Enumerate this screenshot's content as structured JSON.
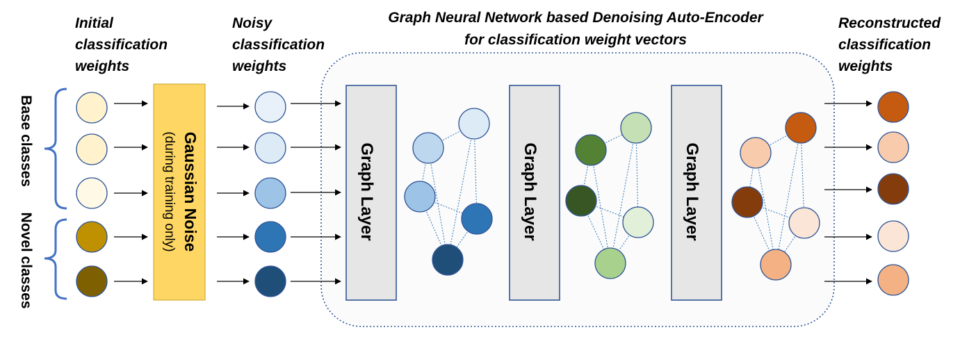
{
  "headers": {
    "initial": [
      "Initial",
      "classification",
      "weights"
    ],
    "noisy": [
      "Noisy",
      "classification",
      "weights"
    ],
    "gnn": [
      "Graph Neural Network based Denoising Auto-Encoder",
      "for classification weight vectors"
    ],
    "reconstructed": [
      "Reconstructed",
      "classification",
      "weights"
    ]
  },
  "groups": {
    "base": "Base classes",
    "novel": "Novel classes"
  },
  "noise_box": {
    "title": "Gaussian Noise",
    "subtitle": "(during training only)",
    "fill": "#FDD663"
  },
  "graph_layers": [
    "Graph Layer",
    "Graph Layer",
    "Graph Layer"
  ],
  "colors": {
    "initial": [
      "#FFF2CC",
      "#FFF2CC",
      "#FFF9E6",
      "#BF9000",
      "#7F6000"
    ],
    "noisy": [
      "#E8F1FA",
      "#DDEBF7",
      "#9DC3E6",
      "#2E75B6",
      "#1F4E79"
    ],
    "graph1": [
      "#DDEBF7",
      "#BDD7EE",
      "#9DC3E6",
      "#2E75B6",
      "#1F4E79"
    ],
    "graph2": [
      "#548235",
      "#C5E0B4",
      "#375623",
      "#E2F0D9",
      "#A9D18E"
    ],
    "graph3": [
      "#C55A11",
      "#F8CBAD",
      "#843C0C",
      "#FBE5D6",
      "#F4B183"
    ],
    "reconstructed": [
      "#C55A11",
      "#F8CBAD",
      "#843C0C",
      "#FBE5D6",
      "#F4B183"
    ],
    "bracket": "#4472C4",
    "layer_fill": "#E7E6E6",
    "layer_stroke": "#2F5597"
  }
}
